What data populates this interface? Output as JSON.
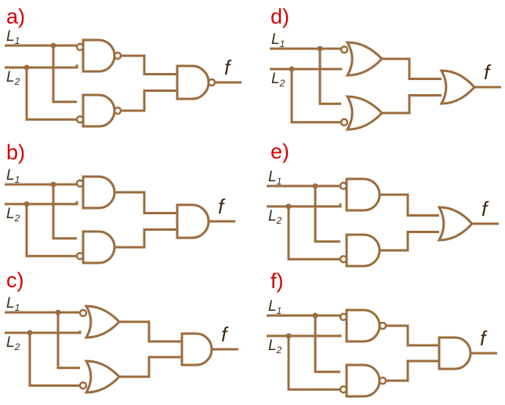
{
  "colors": {
    "wire": "#9b6c3e",
    "panel_label": "#d40000",
    "text": "#3a2a14"
  },
  "input_names": {
    "first": "L",
    "second": "L",
    "first_sub": "1",
    "second_sub": "2"
  },
  "output_name": "f",
  "panels": [
    {
      "id": "a",
      "label": "a)",
      "first_gate": "and",
      "final_gate": "and",
      "first_bubbled_inputs": [
        true,
        true
      ],
      "first_bubbled_output": true,
      "final_bubbled_output": true
    },
    {
      "id": "b",
      "label": "b)",
      "first_gate": "and",
      "final_gate": "and",
      "first_bubbled_inputs": [
        true,
        true
      ],
      "first_bubbled_output": false,
      "final_bubbled_output": false
    },
    {
      "id": "c",
      "label": "c)",
      "first_gate": "or",
      "final_gate": "and",
      "first_bubbled_inputs": [
        true,
        true
      ],
      "first_bubbled_output": false,
      "final_bubbled_output": false
    },
    {
      "id": "d",
      "label": "d)",
      "first_gate": "or",
      "final_gate": "or",
      "first_bubbled_inputs": [
        true,
        true
      ],
      "first_bubbled_output": false,
      "final_bubbled_output": false
    },
    {
      "id": "e",
      "label": "e)",
      "first_gate": "and",
      "final_gate": "or",
      "first_bubbled_inputs": [
        true,
        true
      ],
      "first_bubbled_output": false,
      "final_bubbled_output": false
    },
    {
      "id": "f",
      "label": "f)",
      "first_gate": "and",
      "final_gate": "and",
      "first_bubbled_inputs": [
        true,
        true
      ],
      "first_bubbled_output": true,
      "final_bubbled_output": false
    }
  ]
}
